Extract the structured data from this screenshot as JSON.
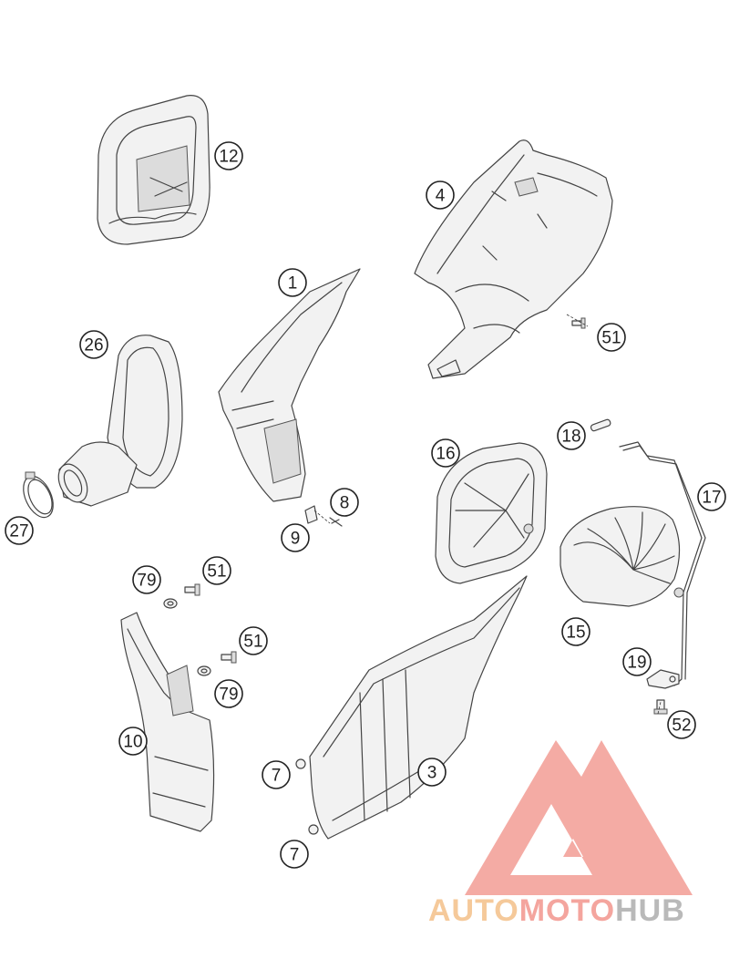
{
  "diagram": {
    "callouts": [
      {
        "id": "c12",
        "label": "12"
      },
      {
        "id": "c4",
        "label": "4"
      },
      {
        "id": "c1",
        "label": "1"
      },
      {
        "id": "c51a",
        "label": "51"
      },
      {
        "id": "c26",
        "label": "26"
      },
      {
        "id": "c16",
        "label": "16"
      },
      {
        "id": "c18",
        "label": "18"
      },
      {
        "id": "c17",
        "label": "17"
      },
      {
        "id": "c8",
        "label": "8"
      },
      {
        "id": "c9",
        "label": "9"
      },
      {
        "id": "c27",
        "label": "27"
      },
      {
        "id": "c79a",
        "label": "79"
      },
      {
        "id": "c51b",
        "label": "51"
      },
      {
        "id": "c15",
        "label": "15"
      },
      {
        "id": "c51c",
        "label": "51"
      },
      {
        "id": "c79b",
        "label": "79"
      },
      {
        "id": "c19",
        "label": "19"
      },
      {
        "id": "c10",
        "label": "10"
      },
      {
        "id": "c52",
        "label": "52"
      },
      {
        "id": "c7a",
        "label": "7"
      },
      {
        "id": "c3",
        "label": "3"
      },
      {
        "id": "c7b",
        "label": "7"
      }
    ]
  },
  "watermark": {
    "part1": "AUTO",
    "part2": "MOTO",
    "part3": "HUB",
    "color_auto": "#f5c99a",
    "color_moto": "#f4a59e",
    "color_hub": "#b9b9b9",
    "logo_color": "#f3a29a"
  }
}
